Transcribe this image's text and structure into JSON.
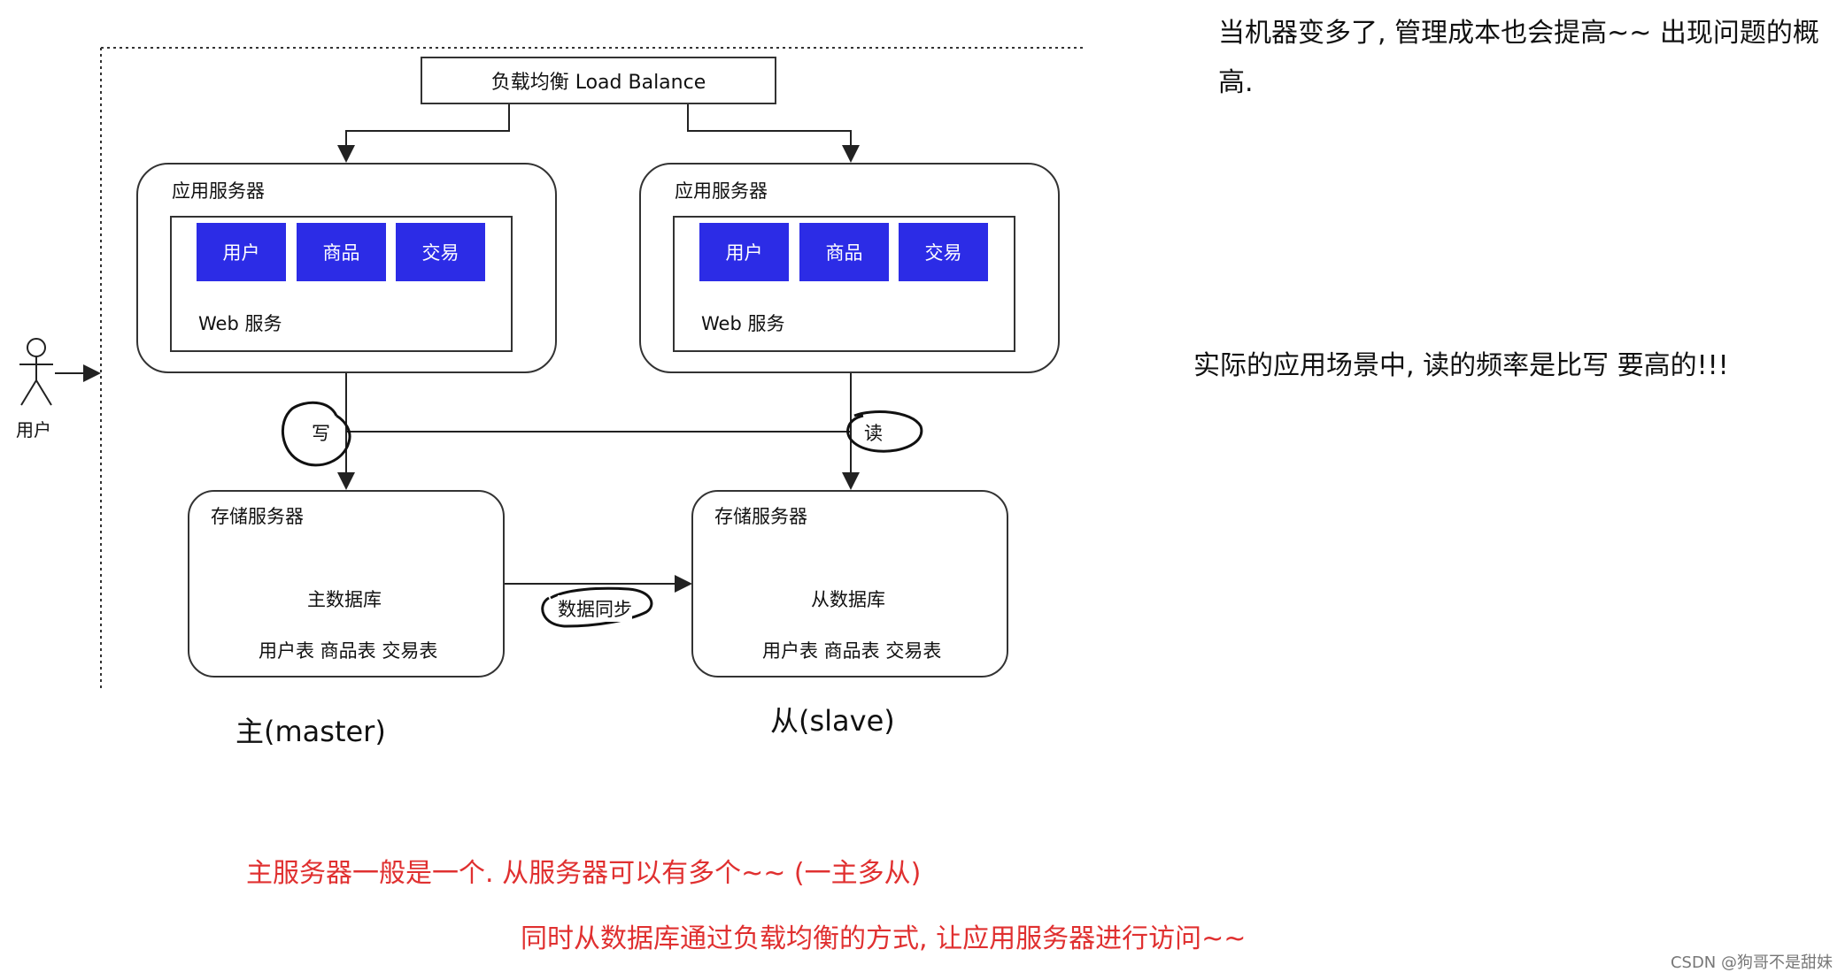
{
  "load_balancer": {
    "label": "负载均衡 Load Balance"
  },
  "user": {
    "label": "用户"
  },
  "app_servers": [
    {
      "title": "应用服务器",
      "modules": [
        "用户",
        "商品",
        "交易"
      ],
      "web_label": "Web 服务"
    },
    {
      "title": "应用服务器",
      "modules": [
        "用户",
        "商品",
        "交易"
      ],
      "web_label": "Web 服务"
    }
  ],
  "storage_servers": [
    {
      "title": "存储服务器",
      "db_label": "主数据库",
      "tables": "用户表 商品表 交易表"
    },
    {
      "title": "存储服务器",
      "db_label": "从数据库",
      "tables": "用户表 商品表 交易表"
    }
  ],
  "edges": {
    "write": "写",
    "read": "读",
    "sync": "数据同步"
  },
  "roles": {
    "master": "主(master)",
    "slave": "从(slave)"
  },
  "notes": {
    "top": "当机器变多了, 管理成本也会提高~~ 出现问题的概",
    "top_cont": "高.",
    "middle": "实际的应用场景中, 读的频率是比写 要高的!!!",
    "red_1": "主服务器一般是一个. 从服务器可以有多个~~ (一主多从)",
    "red_2": "同时从数据库通过负载均衡的方式, 让应用服务器进行访问~~"
  },
  "watermark": "CSDN @狗哥不是甜妹",
  "colors": {
    "module_fill": "#2c2ce6",
    "annotation_red": "#e03030",
    "border": "#333333"
  }
}
